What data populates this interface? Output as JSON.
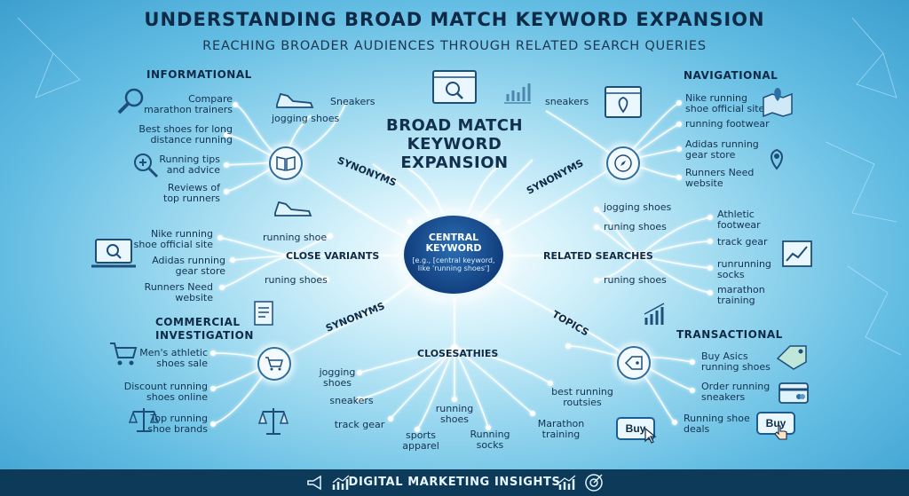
{
  "header": {
    "title": "UNDERSTANDING BROAD MATCH KEYWORD EXPANSION",
    "subtitle": "REACHING BROADER AUDIENCES THROUGH RELATED SEARCH QUERIES"
  },
  "center": {
    "title_lines": [
      "BROAD MATCH",
      "KEYWORD",
      "EXPANSION"
    ],
    "node_lines": [
      "CENTRAL",
      "KEYWORD"
    ],
    "node_example_lines": [
      "[e.g., [central keyword,",
      "like 'running shoes']"
    ]
  },
  "categories": {
    "informational": "INFORMATIONAL",
    "navigational": "NAVIGATIONAL",
    "commercial": [
      "COMMERCIAL",
      "INVESTIGATION"
    ],
    "transactional": "TRANSACTIONAL"
  },
  "branches": {
    "synonyms_tl": "SYNONYMS",
    "synonyms_tr": "SYNONYMS",
    "synonyms_bl": "SYNONYMS",
    "close_variants": "CLOSE VARIANTS",
    "related_searches": "RELATED SEARCHES",
    "topics": "TOPICS",
    "closesathes": "CLOSESATHIES"
  },
  "informational_items": [
    [
      "Compare",
      "marathon trainers"
    ],
    [
      "Best shoes for long",
      "distance running"
    ],
    [
      "Running tips",
      "and advice"
    ],
    [
      "Reviews of",
      "top runners"
    ]
  ],
  "left_mid_items": [
    [
      "Nike running",
      "shoe official site"
    ],
    [
      "Adidas running",
      "gear store"
    ],
    [
      "Runners Need",
      "website"
    ]
  ],
  "commercial_items": [
    [
      "Men's athletic",
      "shoes sale"
    ],
    [
      "Discount running",
      "shoes online"
    ],
    [
      "Top running",
      "shoe brands"
    ]
  ],
  "navigational_items": [
    [
      "Nike running",
      "shoe official site"
    ],
    [
      "running footwear"
    ],
    [
      "Adidas running",
      "gear store"
    ],
    [
      "Runners Need",
      "website"
    ]
  ],
  "related_items": [
    [
      "Athletic",
      "footwear"
    ],
    [
      "track gear"
    ],
    [
      "runrunning",
      "socks"
    ],
    [
      "marathon",
      "training"
    ]
  ],
  "transactional_items": [
    [
      "Buy Asics",
      "running shoes"
    ],
    [
      "Order running",
      "sneakers"
    ],
    [
      "Running shoe",
      "deals"
    ]
  ],
  "inner_terms": {
    "sneakers_top": "Sneakers",
    "jogging_top": "jogging shoes",
    "running_shoe": "running shoe",
    "runing_shoes_left": "runing shoes",
    "sneakers_right": "sneakers",
    "jogging_right": "jogging shoes",
    "runing_shoes_right1": "runing shoes",
    "runing_shoes_right2": "runing shoes"
  },
  "bottom_items": [
    [
      "jogging",
      "shoes"
    ],
    [
      "sneakers"
    ],
    [
      "track gear"
    ],
    [
      "sports",
      "apparel"
    ],
    [
      "running",
      "shoes"
    ],
    [
      "Running",
      "socks"
    ],
    [
      "Marathon",
      "training"
    ],
    [
      "best running",
      "routsies"
    ]
  ],
  "buttons": {
    "buy_left": "Buy",
    "buy_right": "Buy"
  },
  "footer": {
    "label": "DIGITAL MARKETING INSIGHTS"
  },
  "colors": {
    "footer_bg": "#0e3a59",
    "line": "#ffffff",
    "title": "#0f2a47",
    "central_node": "#123f7e"
  },
  "icons": [
    "magnifier-icon",
    "book-icon",
    "zoom-icon",
    "laptop-search-icon",
    "document-icon",
    "cart-icon",
    "scales-icon",
    "sneaker-icon",
    "browser-search-icon",
    "chart-icon",
    "map-pin-icon",
    "compass-icon",
    "location-pin-icon",
    "price-tag-icon",
    "credit-card-icon",
    "cursor-icon",
    "megaphone-icon",
    "growth-chart-icon",
    "target-icon"
  ]
}
